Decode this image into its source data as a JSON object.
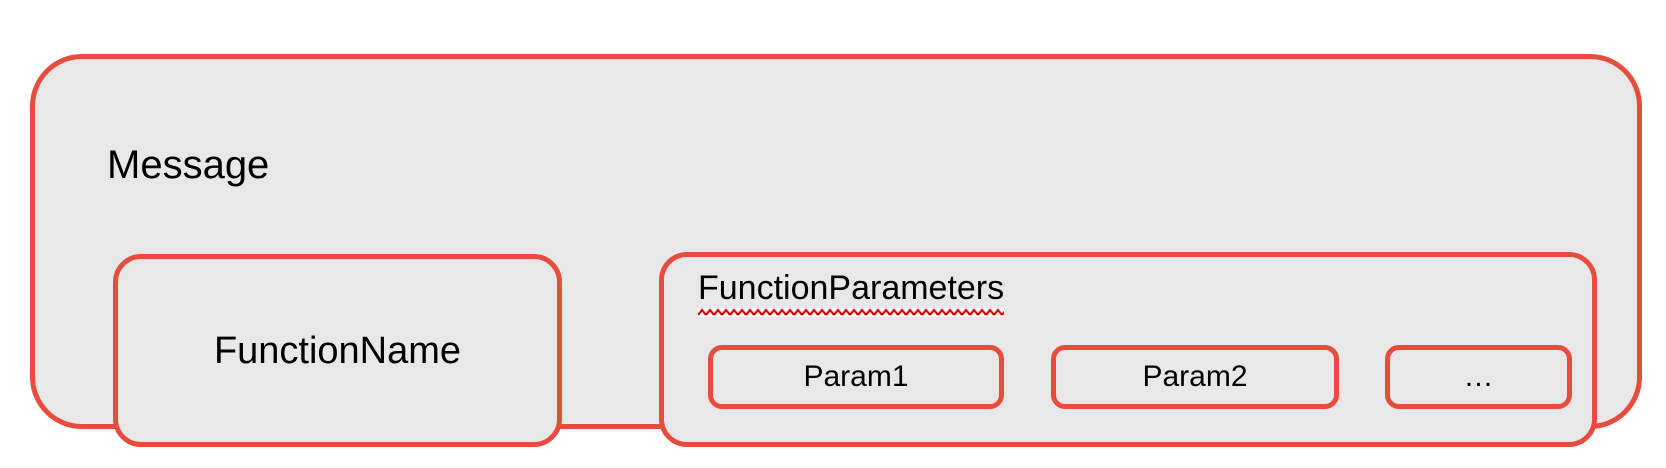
{
  "diagram": {
    "message": {
      "label": "Message"
    },
    "function_name": {
      "label": "FunctionName"
    },
    "function_parameters": {
      "label": "FunctionParameters",
      "spellcheck_underline": "red-squiggle",
      "params": [
        {
          "label": "Param1"
        },
        {
          "label": "Param2"
        },
        {
          "label": "…"
        }
      ]
    },
    "colors": {
      "border_red": "#e74c3c",
      "fill_gray": "#e8e8e8",
      "squiggle_red": "#dd0000",
      "squiggle_band": "#ffffff",
      "text": "#000000",
      "page_background": "#ffffff"
    }
  }
}
